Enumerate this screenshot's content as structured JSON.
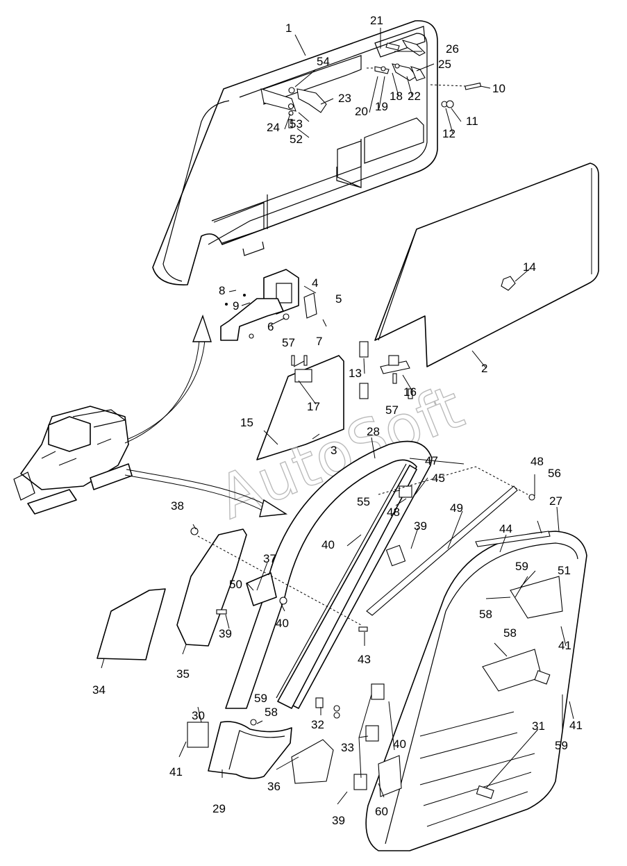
{
  "watermark": "AutoSoft",
  "labels": [
    "1",
    "2",
    "3",
    "4",
    "5",
    "6",
    "7",
    "8",
    "9",
    "10",
    "11",
    "12",
    "13",
    "14",
    "15",
    "16",
    "17",
    "18",
    "19",
    "20",
    "21",
    "22",
    "23",
    "24",
    "25",
    "26",
    "27",
    "28",
    "29",
    "30",
    "31",
    "31",
    "32",
    "33",
    "33",
    "34",
    "35",
    "36",
    "37",
    "38",
    "39",
    "39",
    "39",
    "39",
    "40",
    "40",
    "40",
    "40",
    "41",
    "41",
    "41",
    "41",
    "43",
    "44",
    "45",
    "47",
    "48",
    "48",
    "49",
    "50",
    "51",
    "52",
    "53",
    "53",
    "54",
    "55",
    "56",
    "57",
    "57",
    "58",
    "58",
    "58",
    "59",
    "59",
    "59",
    "60"
  ]
}
